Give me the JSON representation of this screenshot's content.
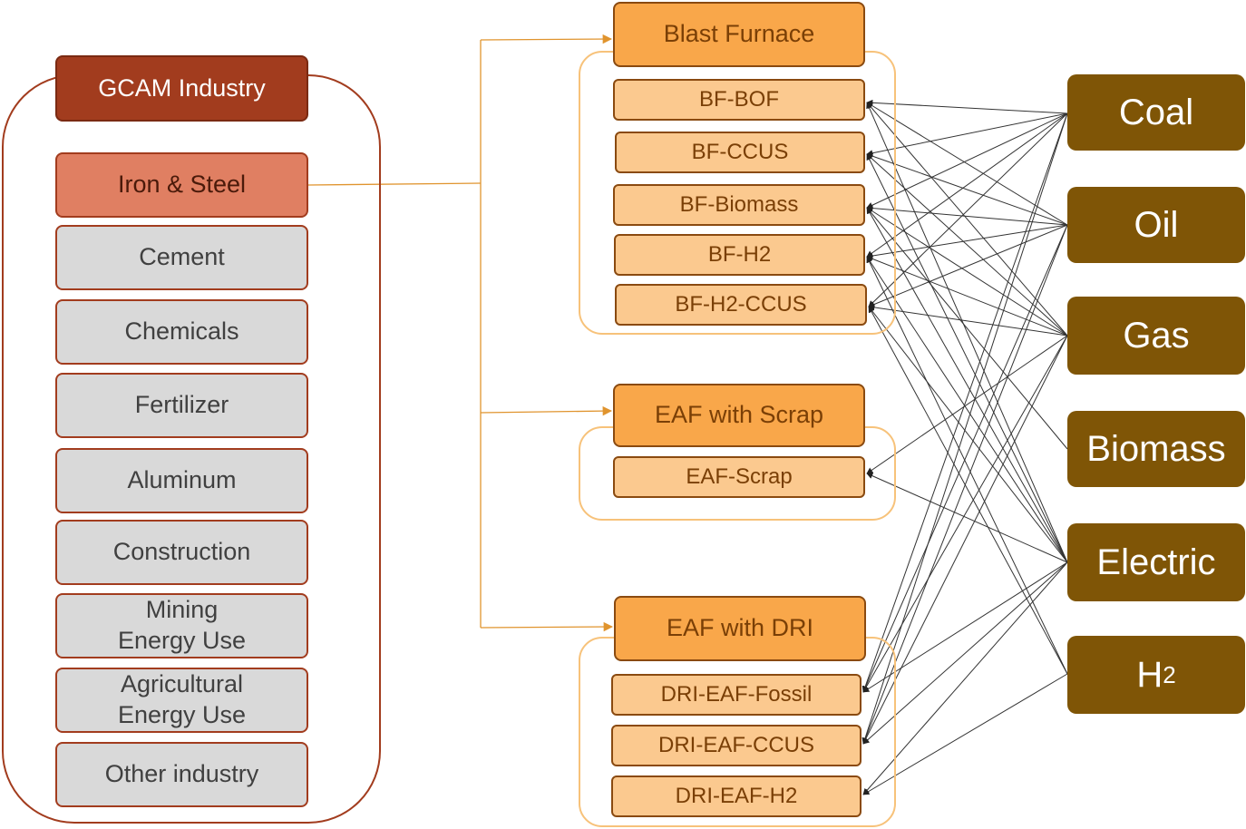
{
  "gcam": {
    "title": "GCAM Industry",
    "sectors": [
      "Iron & Steel",
      "Cement",
      "Chemicals",
      "Fertilizer",
      "Aluminum",
      "Construction",
      "Mining\nEnergy Use",
      "Agricultural\nEnergy Use",
      "Other industry"
    ]
  },
  "routes": [
    {
      "title": "Blast Furnace",
      "techs": [
        "BF-BOF",
        "BF-CCUS",
        "BF-Biomass",
        "BF-H2",
        "BF-H2-CCUS"
      ]
    },
    {
      "title": "EAF with Scrap",
      "techs": [
        "EAF-Scrap"
      ]
    },
    {
      "title": "EAF with DRI",
      "techs": [
        "DRI-EAF-Fossil",
        "DRI-EAF-CCUS",
        "DRI-EAF-H2"
      ]
    }
  ],
  "fuels": [
    {
      "label": "Coal",
      "sub": ""
    },
    {
      "label": "Oil",
      "sub": ""
    },
    {
      "label": "Gas",
      "sub": ""
    },
    {
      "label": "Biomass",
      "sub": ""
    },
    {
      "label": "Electric",
      "sub": ""
    },
    {
      "label": "H",
      "sub": "2"
    }
  ],
  "colors": {
    "gcam_dark": "#a23c1e",
    "iron_steel": "#e07f62",
    "sector_gray": "#d9d9d9",
    "route_orange": "#f9a74a",
    "tech_light": "#fbc98f",
    "fuel_brown": "#7f5506",
    "connector_orange": "#e0942e",
    "wire": "#333333"
  },
  "connections": {
    "Coal": [
      "BF-BOF",
      "BF-CCUS",
      "BF-Biomass",
      "BF-H2",
      "BF-H2-CCUS",
      "DRI-EAF-Fossil",
      "DRI-EAF-CCUS"
    ],
    "Oil": [
      "BF-BOF",
      "BF-CCUS",
      "BF-Biomass",
      "BF-H2",
      "BF-H2-CCUS",
      "DRI-EAF-Fossil",
      "DRI-EAF-CCUS"
    ],
    "Gas": [
      "BF-BOF",
      "BF-CCUS",
      "BF-Biomass",
      "BF-H2",
      "BF-H2-CCUS",
      "EAF-Scrap",
      "DRI-EAF-Fossil",
      "DRI-EAF-CCUS"
    ],
    "Biomass": [
      "BF-Biomass"
    ],
    "Electric": [
      "BF-BOF",
      "BF-CCUS",
      "BF-Biomass",
      "BF-H2",
      "BF-H2-CCUS",
      "EAF-Scrap",
      "DRI-EAF-Fossil",
      "DRI-EAF-CCUS",
      "DRI-EAF-H2"
    ],
    "H2": [
      "BF-H2",
      "BF-H2-CCUS",
      "DRI-EAF-H2"
    ]
  }
}
